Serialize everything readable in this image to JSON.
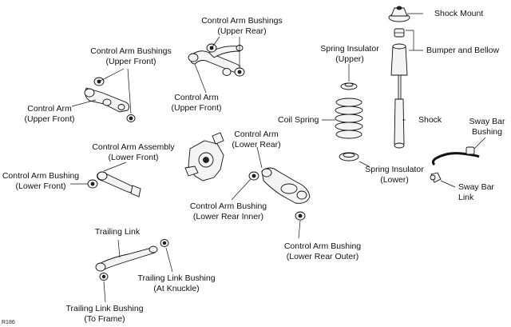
{
  "figure_code": "R186",
  "labels": {
    "control_arm_bushings_upper_rear": [
      "Control Arm Bushings",
      "(Upper Rear)"
    ],
    "control_arm_bushings_upper_front": [
      "Control Arm Bushings",
      "(Upper Front)"
    ],
    "control_arm_upper_front_left": [
      "Control Arm",
      "(Upper Front)"
    ],
    "control_arm_upper_front_mid": [
      "Control Arm",
      "(Upper Front)"
    ],
    "control_arm_assembly_lower_front": [
      "Control Arm Assembly",
      "(Lower Front)"
    ],
    "control_arm_bushing_lower_front": [
      "Control Arm Bushing",
      "(Lower Front)"
    ],
    "control_arm_lower_rear": [
      "Control Arm",
      "(Lower Rear)"
    ],
    "control_arm_bushing_lower_rear_inner": [
      "Control Arm Bushing",
      "(Lower Rear Inner)"
    ],
    "control_arm_bushing_lower_rear_outer": [
      "Control Arm Bushing",
      "(Lower Rear Outer)"
    ],
    "trailing_link": [
      "Trailing Link"
    ],
    "trailing_link_bushing_at_knuckle": [
      "Trailing Link Bushing",
      "(At Knuckle)"
    ],
    "trailing_link_bushing_to_frame": [
      "Trailing Link Bushing",
      "(To Frame)"
    ],
    "shock_mount": [
      "Shock Mount"
    ],
    "bumper_and_bellow": [
      "Bumper and Bellow"
    ],
    "spring_insulator_upper": [
      "Spring Insulator",
      "(Upper)"
    ],
    "coil_spring": [
      "Coil Spring"
    ],
    "shock": [
      "Shock"
    ],
    "spring_insulator_lower": [
      "Spring Insulator",
      "(Lower)"
    ],
    "sway_bar_bushing": [
      "Sway Bar",
      "Bushing"
    ],
    "sway_bar_link": [
      "Sway Bar",
      "Link"
    ]
  }
}
